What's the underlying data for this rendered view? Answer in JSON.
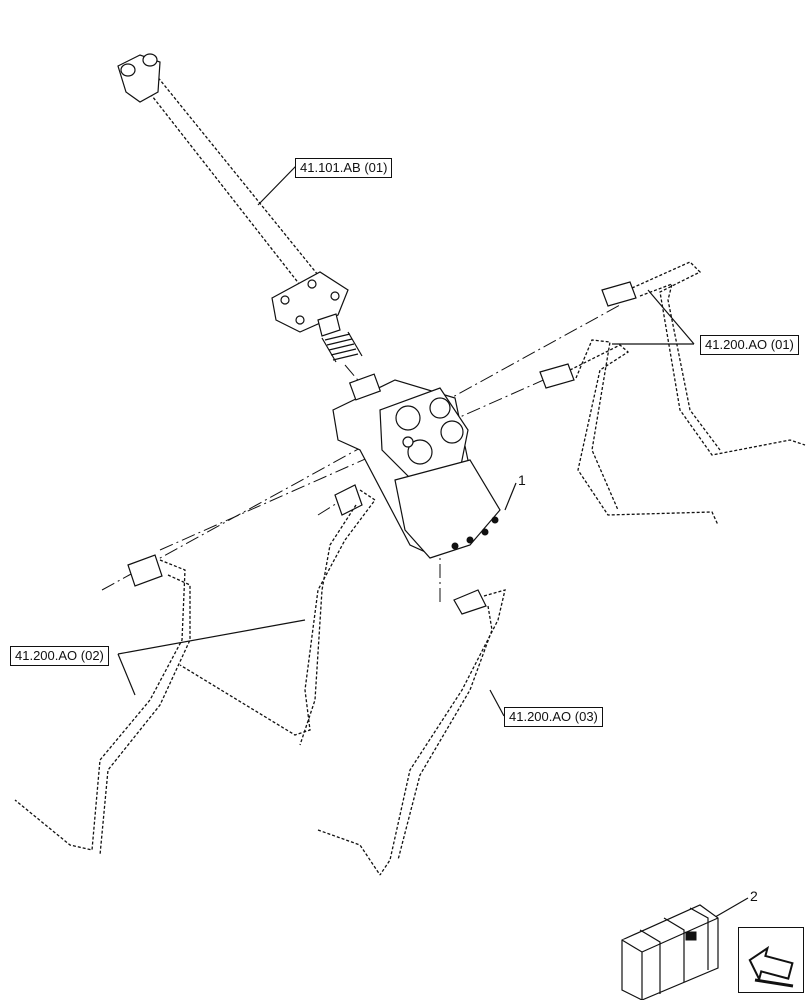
{
  "callouts": {
    "steering_column": "41.101.AB (01)",
    "hose_group_01": "41.200.AO (01)",
    "hose_group_02": "41.200.AO (02)",
    "hose_group_03": "41.200.AO (03)"
  },
  "item_numbers": {
    "steering_unit": "1",
    "kit": "2"
  },
  "icons": {
    "kit_box": "crate-icon",
    "nav": "return-arrow-icon"
  }
}
